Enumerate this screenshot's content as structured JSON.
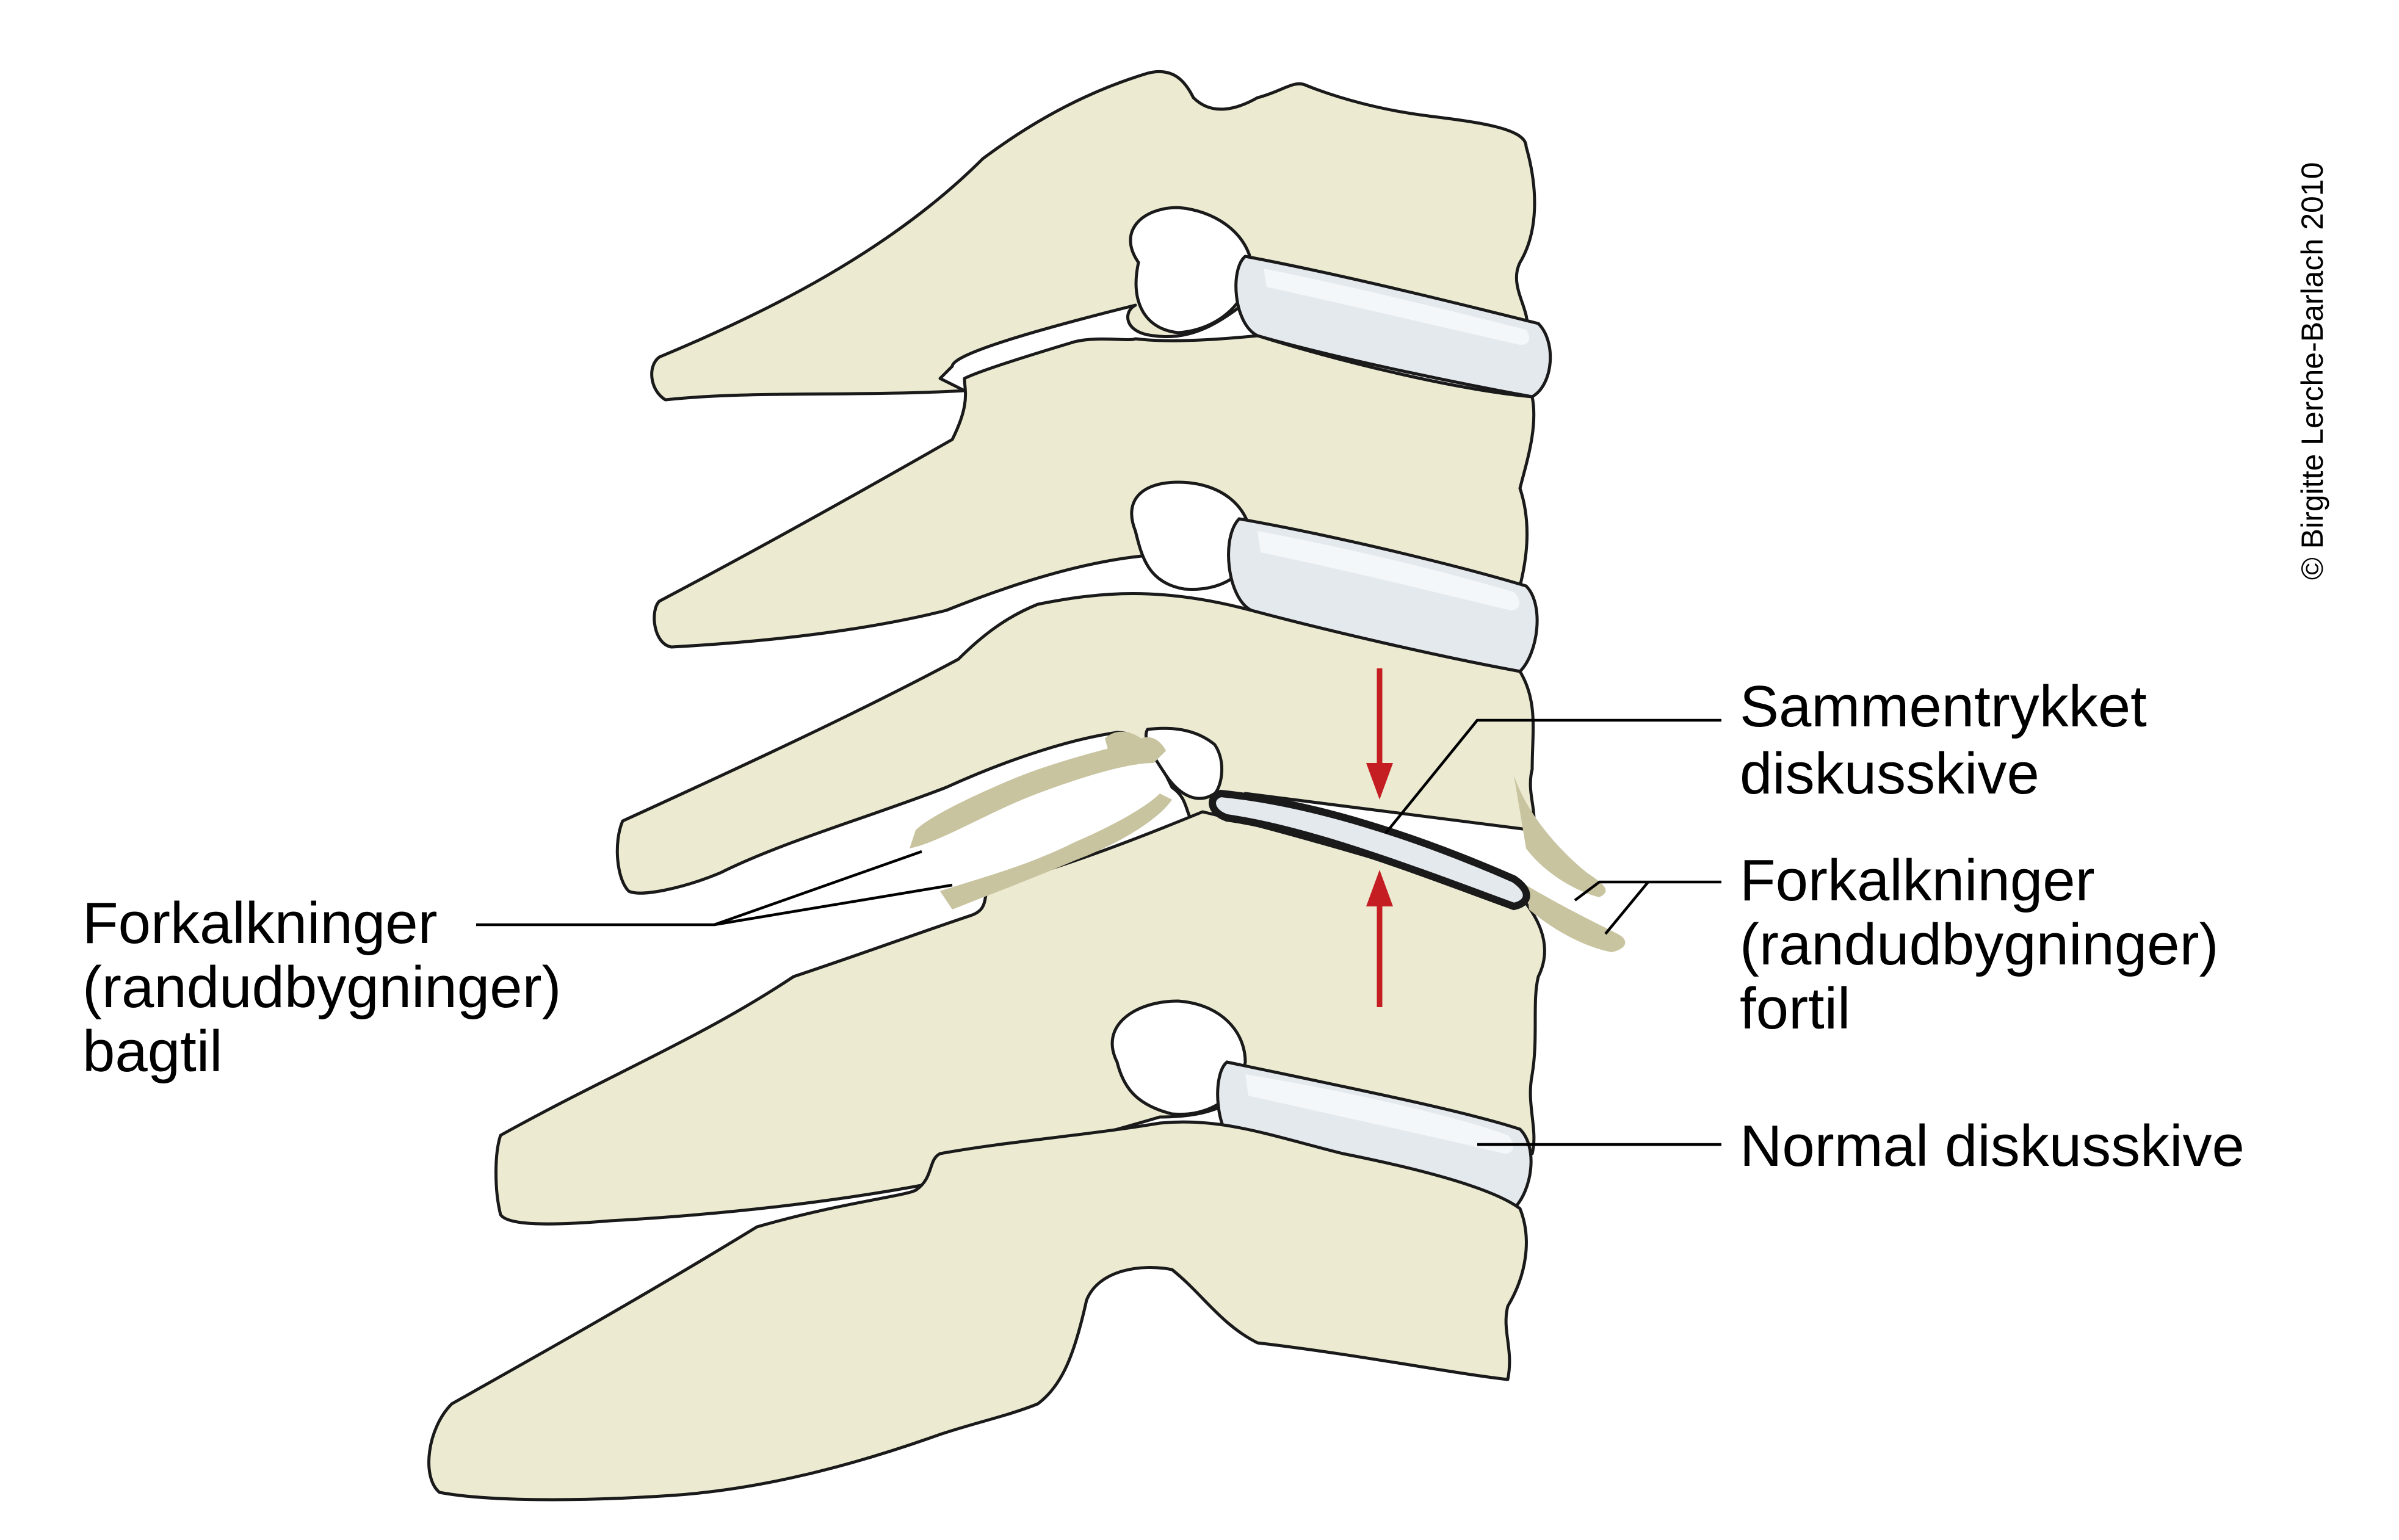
{
  "labels": {
    "compressed_disc": [
      "Sammentrykket",
      "diskusskive"
    ],
    "calc_front": [
      "Forkalkninger",
      "(randudbygninger)",
      "fortil"
    ],
    "calc_back": [
      "Forkalkninger",
      "(randudbygninger)",
      "bagtil"
    ],
    "normal_disc": "Normal diskusskive"
  },
  "copyright": "© Birgitte Lerche-Barlach 2010",
  "colors": {
    "bone": "#ecebd2",
    "disc": "#e4e9ee",
    "calcification": "#c9c4a0",
    "arrow": "#c41e23"
  }
}
